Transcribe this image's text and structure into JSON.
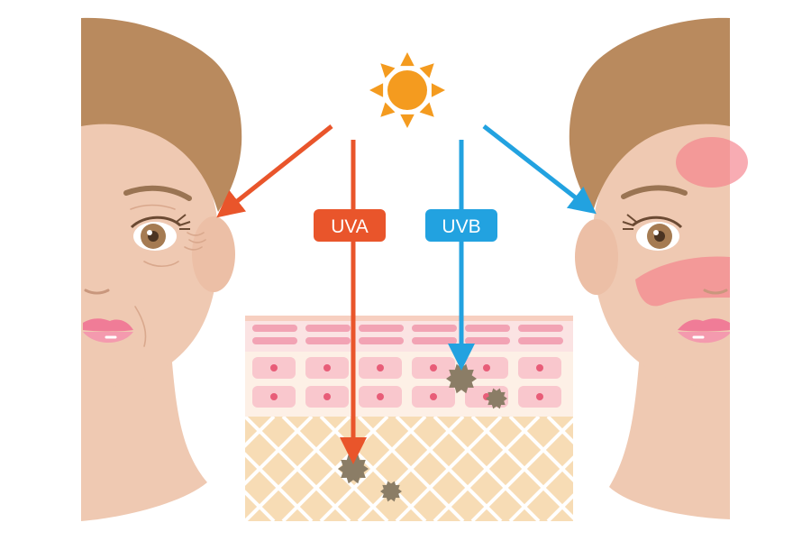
{
  "labels": {
    "uva": "UVA",
    "uvb": "UVB"
  },
  "colors": {
    "uva": "#e9552b",
    "uvb": "#22a2e0",
    "sun": "#f49b1f",
    "skin": "#efc9b2",
    "hair": "#b98a5e",
    "lips": "#f07c97",
    "redness": "#f47f8b",
    "dermis": "#f7dcb5",
    "spot": "#8b7d66"
  },
  "icons": {
    "sun": "sun-icon",
    "melanin": "melanin-spot-icon"
  },
  "left_face": {
    "condition": "wrinkles"
  },
  "right_face": {
    "condition": "sunburn"
  }
}
